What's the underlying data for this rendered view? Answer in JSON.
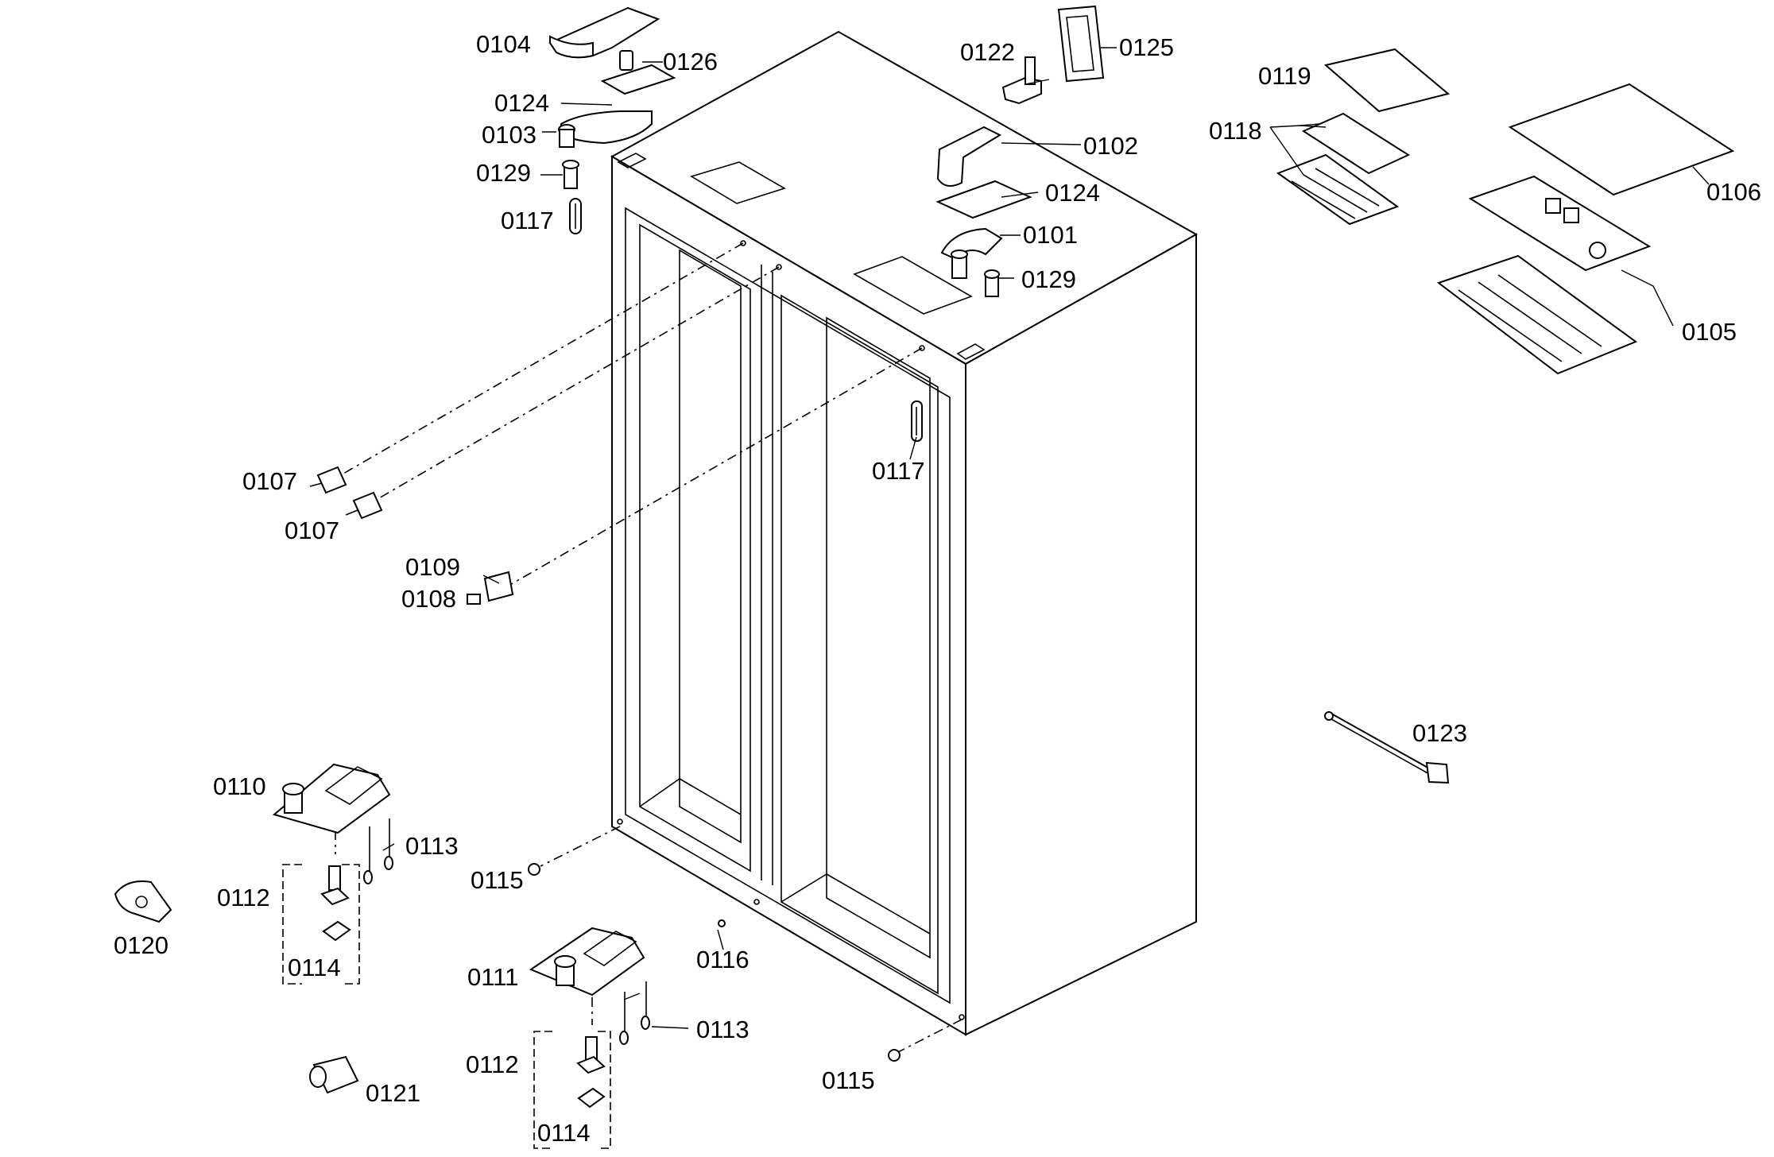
{
  "labels": {
    "l0104": "0104",
    "l0126": "0126",
    "l0124a": "0124",
    "l0103": "0103",
    "l0129a": "0129",
    "l0117a": "0117",
    "l0122": "0122",
    "l0125": "0125",
    "l0102": "0102",
    "l0124b": "0124",
    "l0101": "0101",
    "l0129b": "0129",
    "l0119": "0119",
    "l0118": "0118",
    "l0106": "0106",
    "l0105": "0105",
    "l0117b": "0117",
    "l0107a": "0107",
    "l0107b": "0107",
    "l0109": "0109",
    "l0108": "0108",
    "l0123": "0123",
    "l0110": "0110",
    "l0113a": "0113",
    "l0112a": "0112",
    "l0115a": "0115",
    "l0120": "0120",
    "l0114a": "0114",
    "l0116": "0116",
    "l0111": "0111",
    "l0113b": "0113",
    "l0112b": "0112",
    "l0115b": "0115",
    "l0121": "0121",
    "l0114b": "0114"
  }
}
